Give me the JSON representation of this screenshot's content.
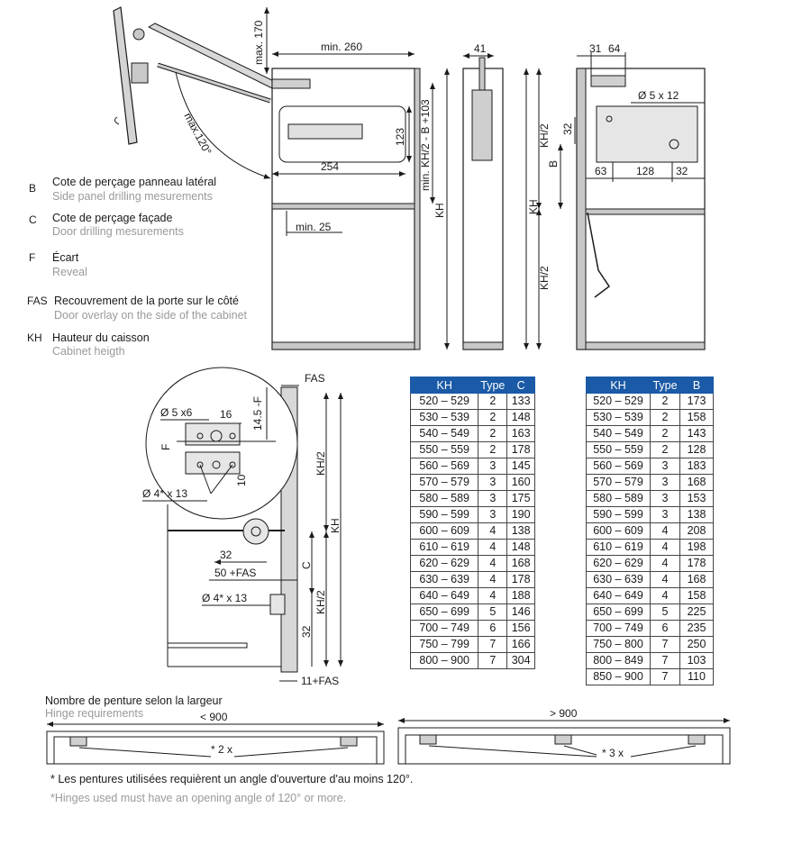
{
  "legend": [
    {
      "code": "B",
      "fr": "Cote de perçage panneau latéral",
      "en": "Side panel drilling mesurements"
    },
    {
      "code": "C",
      "fr": "Cote de perçage façade",
      "en": "Door drilling mesurements"
    },
    {
      "code": "F",
      "fr": "Écart",
      "en": "Reveal"
    },
    {
      "code": "FAS",
      "fr": "Recouvrement de la porte sur le côté",
      "en": "Door overlay on the side of the cabinet"
    },
    {
      "code": "KH",
      "fr": "Hauteur du caisson",
      "en": "Cabinet heigth"
    }
  ],
  "dims": {
    "max170": "max. 170",
    "max120": "max.120°",
    "min260": "min. 260",
    "d41": "41",
    "d31": "31",
    "d64": "64",
    "d123": "123",
    "d254": "254",
    "minKH": "min. KH/2 - B +103",
    "KH": "KH",
    "KH2": "KH/2",
    "min25": "min. 25",
    "d5x12": "Ø 5 x 12",
    "d32": "32",
    "B": "B",
    "d63": "63",
    "d128": "128",
    "FAS": "FAS",
    "d14F": "14.5 -F",
    "d5x6": "Ø 5 x6",
    "d16": "16",
    "F": "F",
    "d10": "10",
    "d4x13a": "Ø 4* x 13",
    "C": "C",
    "d50FAS": "50 +FAS",
    "d4x13b": "Ø 4* x 13",
    "d11FAS": "11+FAS"
  },
  "table_c": {
    "headers": [
      "KH",
      "Type",
      "C"
    ],
    "rows": [
      [
        "520 – 529",
        "2",
        "133"
      ],
      [
        "530 – 539",
        "2",
        "148"
      ],
      [
        "540 – 549",
        "2",
        "163"
      ],
      [
        "550 – 559",
        "2",
        "178"
      ],
      [
        "560 – 569",
        "3",
        "145"
      ],
      [
        "570 – 579",
        "3",
        "160"
      ],
      [
        "580 – 589",
        "3",
        "175"
      ],
      [
        "590 – 599",
        "3",
        "190"
      ],
      [
        "600 – 609",
        "4",
        "138"
      ],
      [
        "610 – 619",
        "4",
        "148"
      ],
      [
        "620 – 629",
        "4",
        "168"
      ],
      [
        "630 – 639",
        "4",
        "178"
      ],
      [
        "640 – 649",
        "4",
        "188"
      ],
      [
        "650 – 699",
        "5",
        "146"
      ],
      [
        "700 – 749",
        "6",
        "156"
      ],
      [
        "750 – 799",
        "7",
        "166"
      ],
      [
        "800 – 900",
        "7",
        "304"
      ]
    ]
  },
  "table_b": {
    "headers": [
      "KH",
      "Type",
      "B"
    ],
    "rows": [
      [
        "520 – 529",
        "2",
        "173"
      ],
      [
        "530 – 539",
        "2",
        "158"
      ],
      [
        "540 – 549",
        "2",
        "143"
      ],
      [
        "550 – 559",
        "2",
        "128"
      ],
      [
        "560 – 569",
        "3",
        "183"
      ],
      [
        "570 – 579",
        "3",
        "168"
      ],
      [
        "580 – 589",
        "3",
        "153"
      ],
      [
        "590 – 599",
        "3",
        "138"
      ],
      [
        "600 – 609",
        "4",
        "208"
      ],
      [
        "610 – 619",
        "4",
        "198"
      ],
      [
        "620 – 629",
        "4",
        "178"
      ],
      [
        "630 – 639",
        "4",
        "168"
      ],
      [
        "640 – 649",
        "4",
        "158"
      ],
      [
        "650 – 699",
        "5",
        "225"
      ],
      [
        "700 – 749",
        "6",
        "235"
      ],
      [
        "750 – 800",
        "7",
        "250"
      ],
      [
        "800 – 849",
        "7",
        "103"
      ],
      [
        "850 – 900",
        "7",
        "110"
      ]
    ]
  },
  "hinges": {
    "title_fr": "Nombre de penture selon la largeur",
    "title_en": "Hinge requirements",
    "lt900": "< 900",
    "gt900": "> 900",
    "x2": "* 2 x",
    "x3": "* 3 x"
  },
  "footnote": {
    "fr": "* Les pentures utilisées requièrent un angle d'ouverture d'au moins 120°.",
    "en": "*Hinges used must have an opening angle of 120° or more."
  },
  "colors": {
    "header": "#1a5aa6",
    "panel": "#c8c8c8",
    "line": "#1a1a1a",
    "muted": "#9a9a9a"
  }
}
